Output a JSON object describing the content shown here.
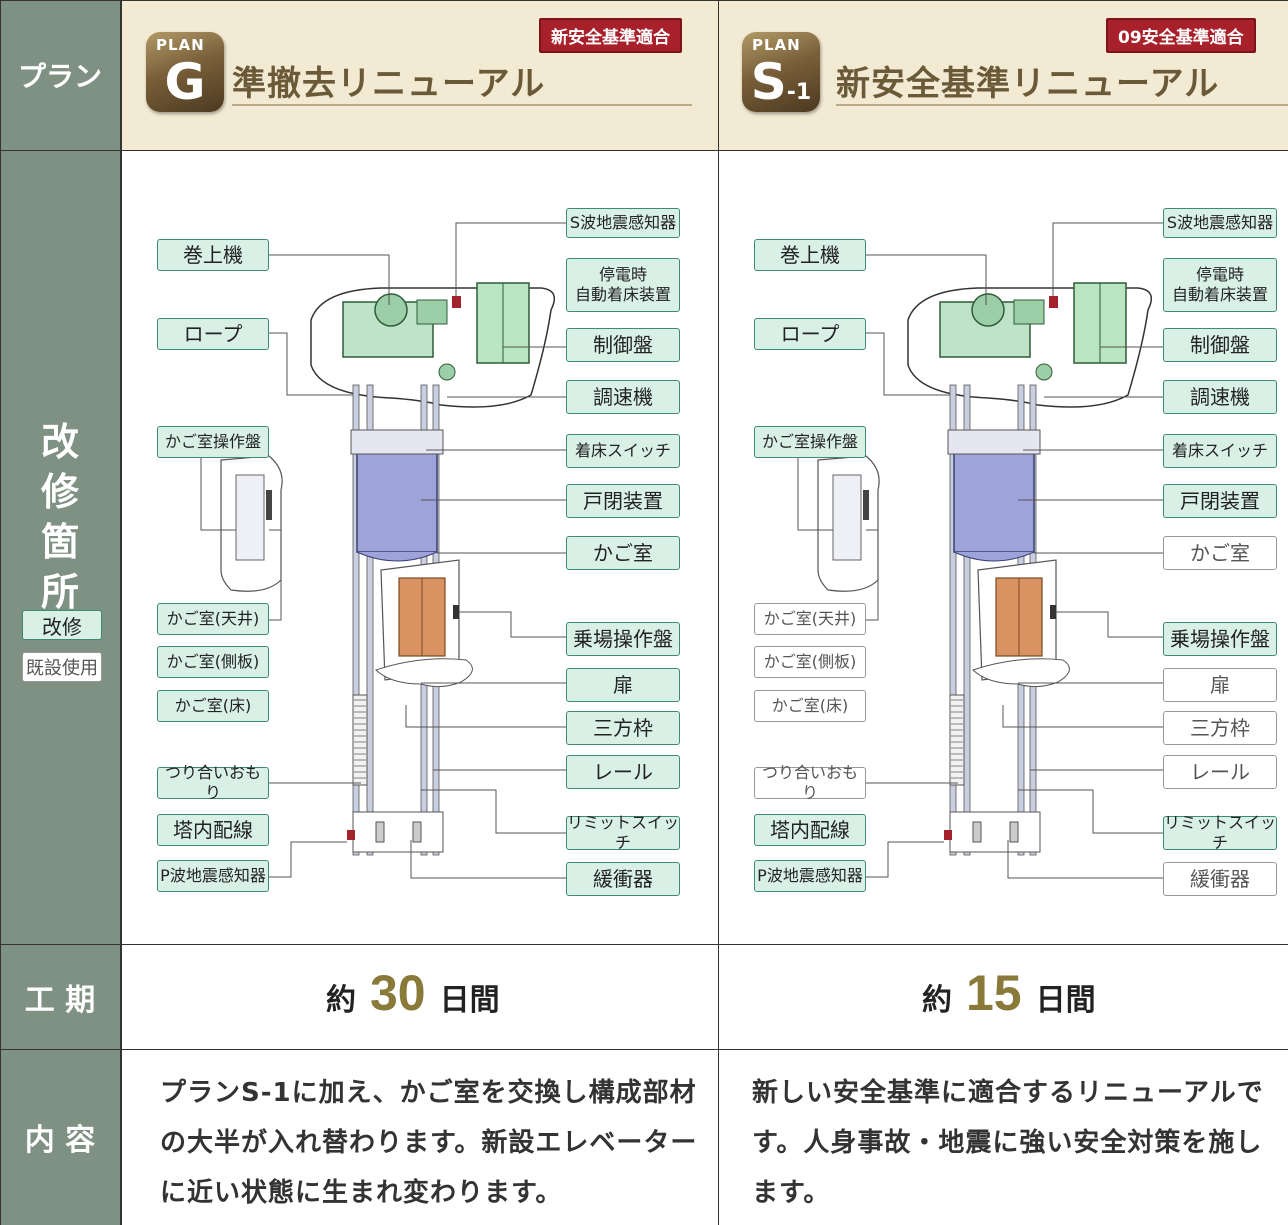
{
  "side": {
    "plan": "プラン",
    "parts": "改\n修\n箇\n所",
    "legend_repair": "改修",
    "legend_existing": "既設使用",
    "period": "工 期",
    "content": "内 容"
  },
  "plans": [
    {
      "badge": "新安全基準適合",
      "icon_label": "PLAN",
      "icon_main": "G",
      "icon_sub": "",
      "title": "準撤去リニューアル",
      "duration_prefix": "約",
      "duration_value": "30",
      "duration_unit": "日間",
      "description": "プランS-1に加え、かご室を交換し構成部材の大半が入れ替わります。新設エレベーターに近い状態に生まれ変わります。",
      "labels": {
        "s_seismic": "S波地震感知器",
        "hoist": "巻上機",
        "power_failure_1": "停電時",
        "power_failure_2": "自動着床装置",
        "rope": "ロープ",
        "control_panel": "制御盤",
        "governor": "調速機",
        "car_op_panel": "かご室操作盤",
        "landing_switch": "着床スイッチ",
        "door_closer": "戸閉装置",
        "car": "かご室",
        "car_ceiling": "かご室(天井)",
        "hall_panel": "乗場操作盤",
        "car_side": "かご室(側板)",
        "door": "扉",
        "car_floor": "かご室(床)",
        "jamb": "三方枠",
        "rail": "レール",
        "counterweight": "つり合いおもり",
        "wiring": "塔内配線",
        "limit_switch": "リミットスイッチ",
        "p_seismic": "P波地震感知器",
        "buffer": "緩衝器"
      }
    },
    {
      "badge": "09安全基準適合",
      "icon_label": "PLAN",
      "icon_main": "S",
      "icon_sub": "-1",
      "title": "新安全基準リニューアル",
      "duration_prefix": "約",
      "duration_value": "15",
      "duration_unit": "日間",
      "description": "新しい安全基準に適合するリニューアルです。人身事故・地震に強い安全対策を施します。",
      "labels": {
        "s_seismic": "S波地震感知器",
        "hoist": "巻上機",
        "power_failure_1": "停電時",
        "power_failure_2": "自動着床装置",
        "rope": "ロープ",
        "control_panel": "制御盤",
        "governor": "調速機",
        "car_op_panel": "かご室操作盤",
        "landing_switch": "着床スイッチ",
        "door_closer": "戸閉装置",
        "car": "かご室",
        "car_ceiling": "かご室(天井)",
        "hall_panel": "乗場操作盤",
        "car_side": "かご室(側板)",
        "door": "扉",
        "car_floor": "かご室(床)",
        "jamb": "三方枠",
        "rail": "レール",
        "counterweight": "つり合いおもり",
        "wiring": "塔内配線",
        "limit_switch": "リミットスイッチ",
        "p_seismic": "P波地震感知器",
        "buffer": "緩衝器"
      }
    }
  ],
  "colors": {
    "side_bg": "#7f9183",
    "header_bg": "#f3ead3",
    "badge_red": "#a8202a",
    "label_border": "#3e8a76",
    "label_fill": "#d9f0e7",
    "duration_number": "#8a7a3a"
  }
}
